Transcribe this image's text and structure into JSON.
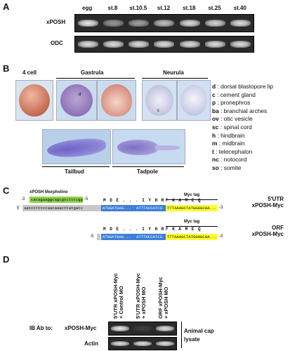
{
  "panel_a": {
    "letter": "A",
    "lanes": [
      "egg",
      "st.8",
      "st.10.5",
      "st.12",
      "st.18",
      "st.25",
      "st.40"
    ],
    "rows": [
      {
        "label": "xPOSH",
        "intensity": [
          0.95,
          0.55,
          0.6,
          0.75,
          0.9,
          0.85,
          0.9
        ]
      },
      {
        "label": "ODC",
        "intensity": [
          0.9,
          0.9,
          0.9,
          0.9,
          0.9,
          0.9,
          0.9
        ]
      }
    ]
  },
  "panel_b": {
    "letter": "B",
    "stage_labels": {
      "four_cell": "4 cell",
      "gastrula": "Gastrula",
      "neurula": "Neurula",
      "tailbud": "Tailbud",
      "tadpole": "Tadpole"
    },
    "legend": [
      {
        "abbr": "d",
        "text": "dorsal blastopore lip"
      },
      {
        "abbr": "c",
        "text": "cement gland"
      },
      {
        "abbr": "p",
        "text": "pronephros"
      },
      {
        "abbr": "ba",
        "text": "branchial arches"
      },
      {
        "abbr": "ov",
        "text": "otic vesicle"
      },
      {
        "abbr": "sc",
        "text": "spinal cord"
      },
      {
        "abbr": "h",
        "text": "hindbrain"
      },
      {
        "abbr": "m",
        "text": "midbrain"
      },
      {
        "abbr": "t",
        "text": "telecephalon"
      },
      {
        "abbr": "nc",
        "text": "notocord"
      },
      {
        "abbr": "so",
        "text": "somite"
      }
    ],
    "image_marks": {
      "gastrula_d": "d",
      "neurula_c": "c"
    }
  },
  "panel_c": {
    "letter": "C",
    "morpholino_label": "xPOSH Morpholino",
    "morpholino_seq": "cacagaaggcagcgtctttcggcga",
    "aa_row1": "M D E . . . I Y H R",
    "aa_row2": "F K A M E Q",
    "myc_tag": "Myc tag",
    "utr_seq": "aatcttttccaacaaacttatgatc",
    "seq_atg": "ATGGATGAG...",
    "seq_mid": "ATTTACCATCG",
    "seq_myc": "TTTAAAGCTATGGAGCAA...",
    "construct1_label1": "5'UTR",
    "construct1_label2": "xPOSH-Myc",
    "construct2_label1": "ORF",
    "construct2_label2": "xPOSH-Myc",
    "ends": {
      "five": "5'",
      "three": "3'",
      "dash_five": "-5",
      "dash_three": "-3"
    }
  },
  "panel_d": {
    "letter": "D",
    "lanes": [
      "5'UTR xPOSH-Myc + Control MO",
      "5'UTR xPOSH-Myc + xPOSH MO",
      "ORF xPOSH-Myc + xPOSH MO"
    ],
    "ib_label": "IB Ab to:",
    "rows": [
      {
        "label": "xPOSH-Myc",
        "intensity": [
          0.95,
          0.1,
          0.9
        ]
      },
      {
        "label": "Actin",
        "intensity": [
          0.9,
          0.9,
          0.9
        ]
      }
    ],
    "bracket_label": "Animal cap lysate"
  },
  "colors": {
    "green_bar": "#8fd14f",
    "blue_box": "#3d7fd9",
    "yellow_box": "#ffff33",
    "gray_box": "#c8c8c8"
  }
}
